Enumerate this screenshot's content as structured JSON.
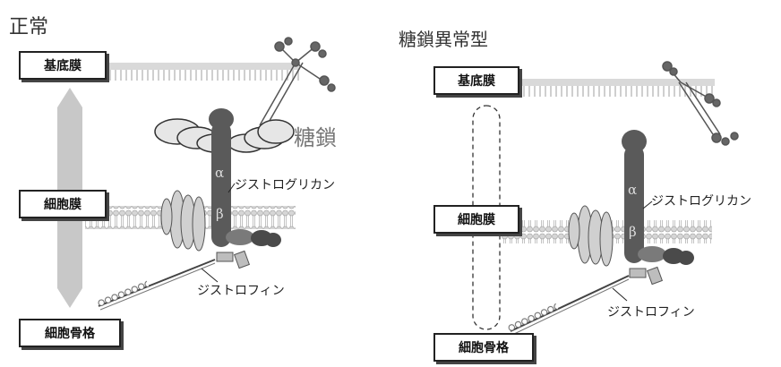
{
  "normal": {
    "title": "正常",
    "basement_membrane": "基底膜",
    "cell_membrane": "細胞膜",
    "cytoskeleton": "細胞骨格",
    "sugar_chain": "糖鎖",
    "dystroglycan": "ジストログリカン",
    "dystrophin": "ジストロフィン",
    "alpha": "α",
    "beta": "β"
  },
  "abnormal": {
    "title": "糖鎖異常型",
    "basement_membrane": "基底膜",
    "cell_membrane": "細胞膜",
    "cytoskeleton": "細胞骨格",
    "dystroglycan": "ジストログリカン",
    "dystrophin": "ジストロフィン",
    "alpha": "α",
    "beta": "β"
  },
  "colors": {
    "link_normal": "#c8c8c8",
    "protein_dark": "#5a5a5a",
    "membrane": "#b8b8b8"
  }
}
